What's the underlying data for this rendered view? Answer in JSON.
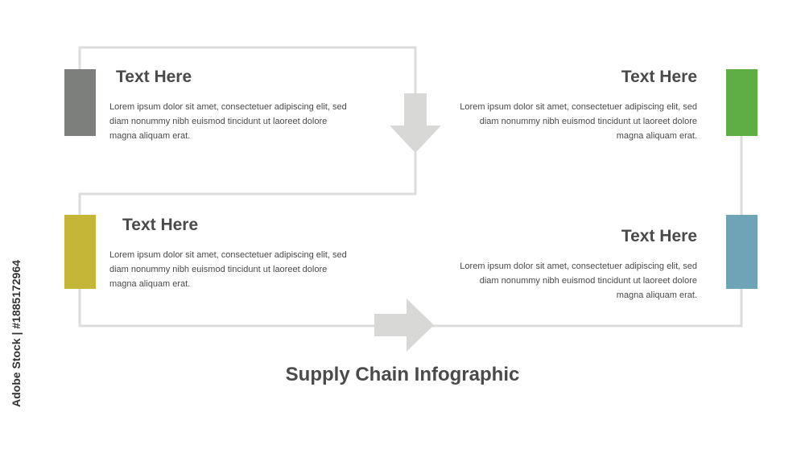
{
  "title": "Supply Chain Infographic",
  "credit": "Adobe Stock | #1885172964",
  "colors": {
    "line": "#dcdcdc",
    "arrow": "#d8d8d6",
    "text": "#4a4a4a"
  },
  "steps": [
    {
      "heading": "Text Here",
      "body": "Lorem ipsum dolor sit amet, consectetuer adipiscing elit, sed diam nonummy nibh euismod tincidunt ut laoreet dolore magna aliquam erat.",
      "color": "#7d7f7c"
    },
    {
      "heading": "Text Here",
      "body": "Lorem ipsum dolor sit amet, consectetuer adipiscing elit, sed diam nonummy nibh euismod tincidunt ut laoreet dolore magna aliquam erat.",
      "color": "#5fae45"
    },
    {
      "heading": "Text Here",
      "body": "Lorem ipsum dolor sit amet, consectetuer adipiscing elit, sed diam nonummy nibh euismod tincidunt ut laoreet dolore magna aliquam erat.",
      "color": "#c5b637"
    },
    {
      "heading": "Text Here",
      "body": "Lorem ipsum dolor sit amet, consectetuer adipiscing elit, sed diam nonummy nibh euismod tincidunt ut laoreet dolore magna aliquam erat.",
      "color": "#6fa3b6"
    }
  ]
}
